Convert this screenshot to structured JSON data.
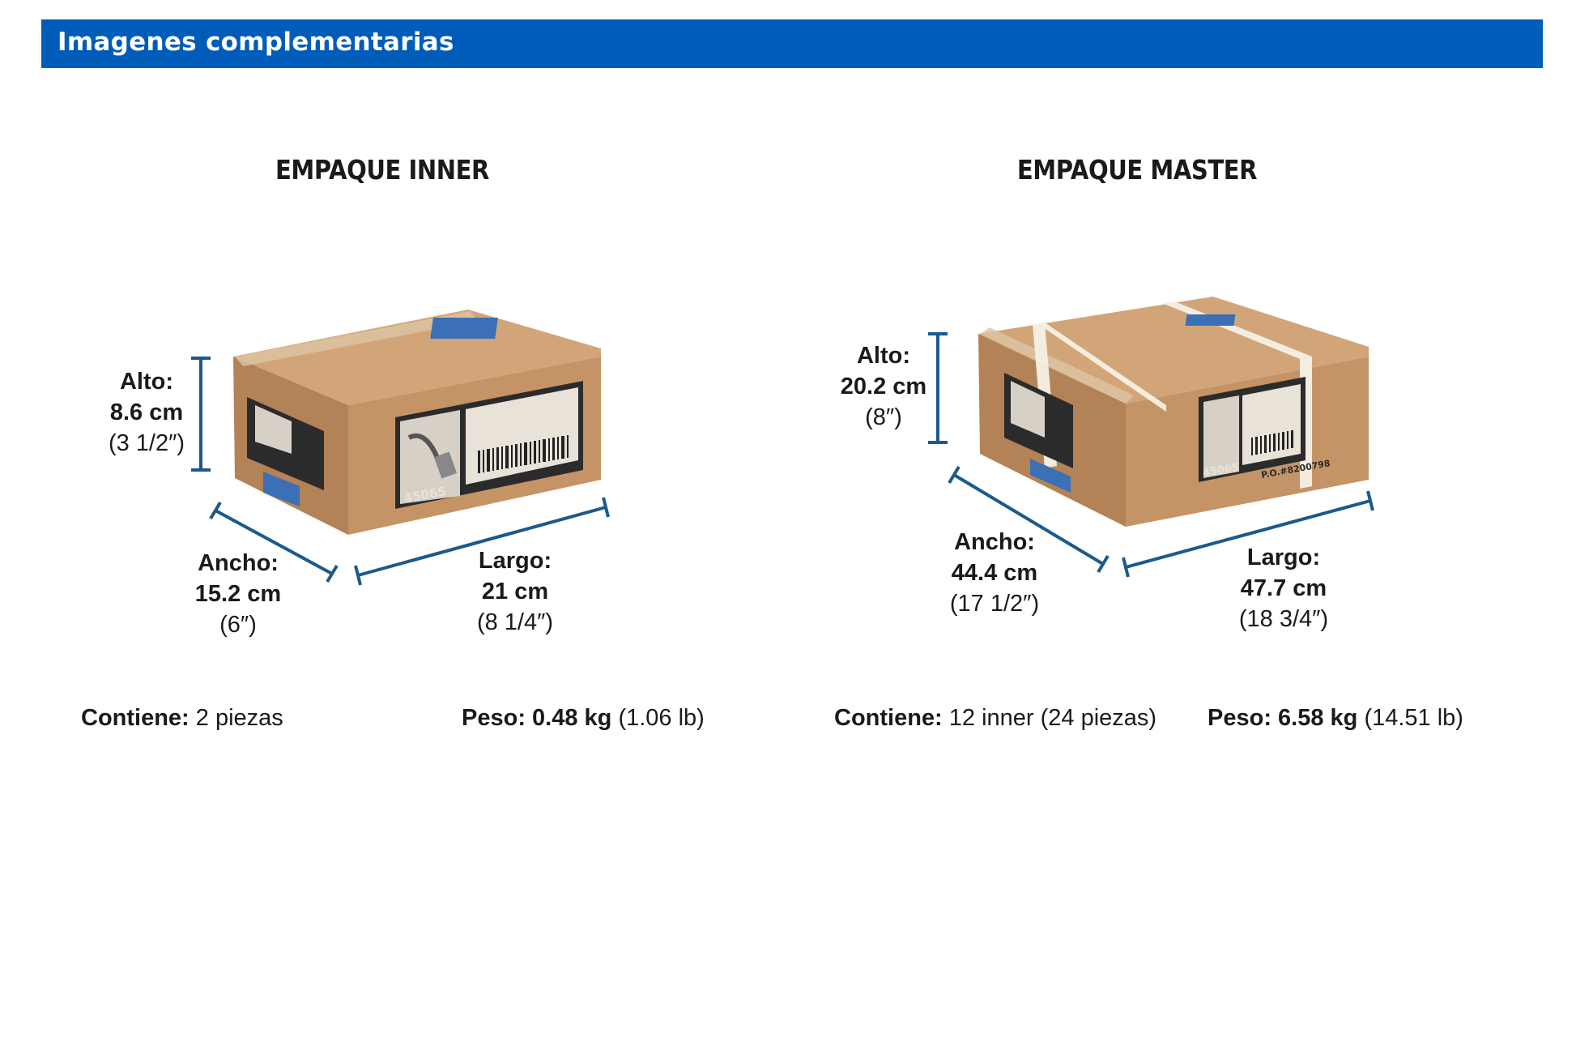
{
  "header": {
    "title": "Imagenes complementarias"
  },
  "colors": {
    "header_bg": "#005cb9",
    "dimension_lines": "#1b5a8c",
    "box": "#c49467"
  },
  "inner": {
    "title": "EMPAQUE INNER",
    "alto": {
      "label": "Alto:",
      "metric": "8.6 cm",
      "imperial": "(3 1/2″)"
    },
    "ancho": {
      "label": "Ancho:",
      "metric": "15.2 cm",
      "imperial": "(6″)"
    },
    "largo": {
      "label": "Largo:",
      "metric": "21 cm",
      "imperial": "(8 1/4″)"
    },
    "contiene": {
      "label": "Contiene:",
      "value": "2 piezas"
    },
    "peso": {
      "label": "Peso:",
      "metric": "0.48 kg",
      "imperial": "(1.06 lb)"
    },
    "box_code": "45065"
  },
  "master": {
    "title": "EMPAQUE MASTER",
    "alto": {
      "label": "Alto:",
      "metric": "20.2 cm",
      "imperial": "(8″)"
    },
    "ancho": {
      "label": "Ancho:",
      "metric": "44.4 cm",
      "imperial": "(17 1/2″)"
    },
    "largo": {
      "label": "Largo:",
      "metric": "47.7 cm",
      "imperial": "(18 3/4″)"
    },
    "contiene": {
      "label": "Contiene:",
      "value": "12 inner (24 piezas)"
    },
    "peso": {
      "label": "Peso:",
      "metric": "6.58 kg",
      "imperial": "(14.51 lb)"
    },
    "box_code": "45065",
    "po_label": "P.O.#8200798"
  }
}
